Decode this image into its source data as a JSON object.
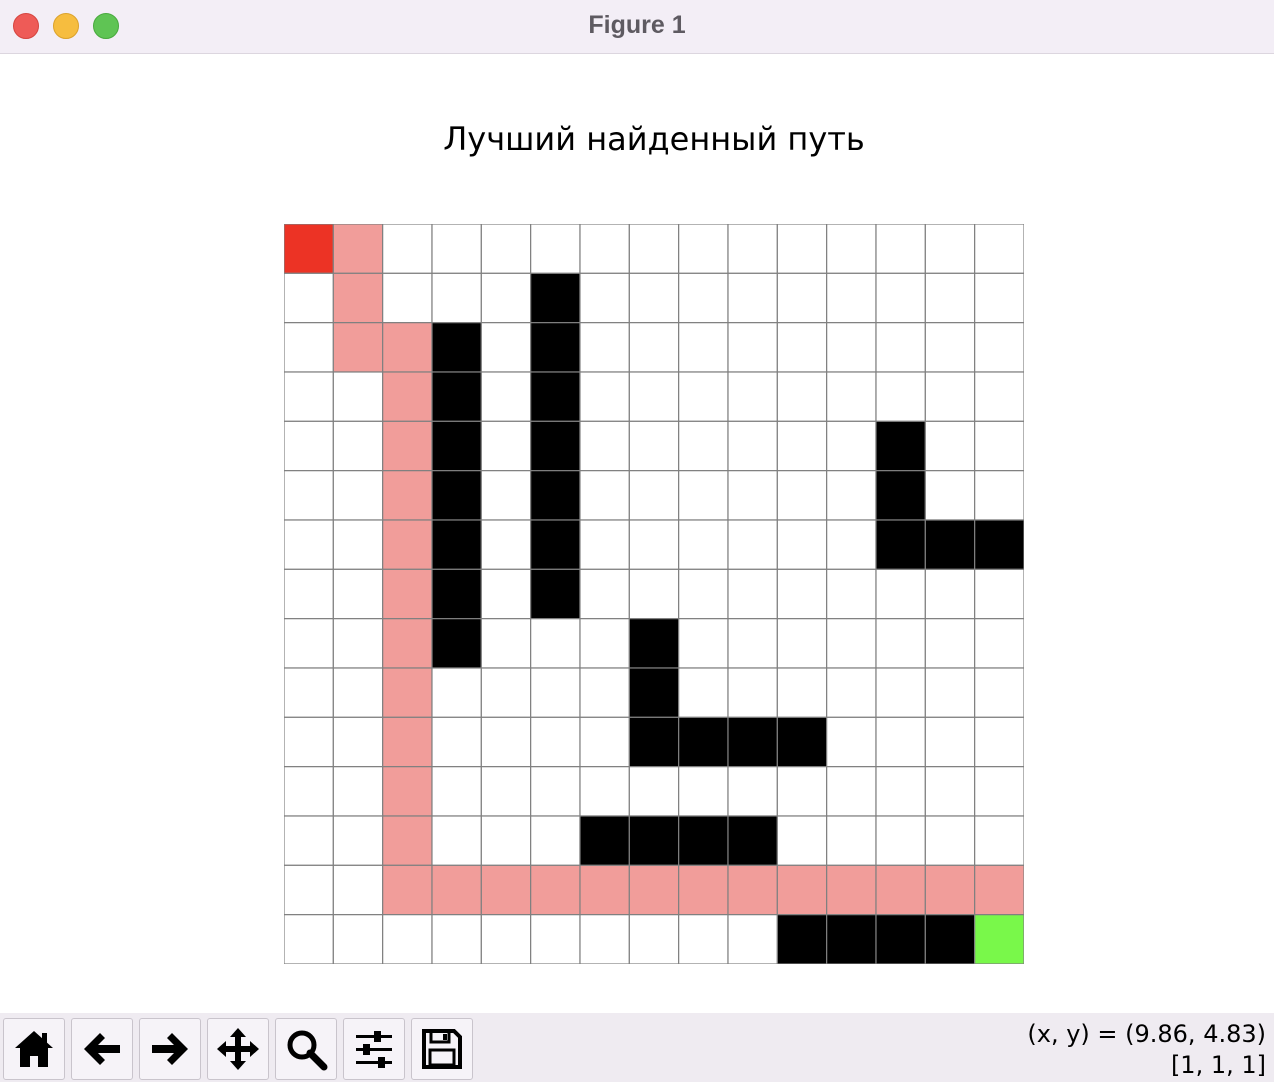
{
  "window": {
    "title": "Figure 1"
  },
  "toolbar": {
    "buttons": [
      {
        "icon": "home-icon",
        "name": "home-button"
      },
      {
        "icon": "arrow-left-icon",
        "name": "back-button"
      },
      {
        "icon": "arrow-right-icon",
        "name": "forward-button"
      },
      {
        "icon": "move-icon",
        "name": "pan-button"
      },
      {
        "icon": "magnifier-icon",
        "name": "zoom-button"
      },
      {
        "icon": "sliders-icon",
        "name": "configure-subplots-button"
      },
      {
        "icon": "floppy-disk-icon",
        "name": "save-button"
      }
    ],
    "coords_line1": "(x, y) = (9.86, 4.83)",
    "coords_line2": "[1, 1, 1]"
  },
  "chart_data": {
    "type": "heatmap",
    "title": "Лучший найденный путь",
    "rows": 15,
    "cols": 15,
    "legend_codes": {
      "0": "free",
      "1": "wall",
      "2": "path",
      "3": "start",
      "4": "goal"
    },
    "colors": {
      "free": "#ffffff",
      "wall": "#000000",
      "path": "#f19d9a",
      "start": "#ec3325",
      "goal": "#79f84a",
      "gridline": "#808080"
    },
    "grid": [
      [
        3,
        2,
        0,
        0,
        0,
        0,
        0,
        0,
        0,
        0,
        0,
        0,
        0,
        0,
        0
      ],
      [
        0,
        2,
        0,
        0,
        0,
        1,
        0,
        0,
        0,
        0,
        0,
        0,
        0,
        0,
        0
      ],
      [
        0,
        2,
        2,
        1,
        0,
        1,
        0,
        0,
        0,
        0,
        0,
        0,
        0,
        0,
        0
      ],
      [
        0,
        0,
        2,
        1,
        0,
        1,
        0,
        0,
        0,
        0,
        0,
        0,
        0,
        0,
        0
      ],
      [
        0,
        0,
        2,
        1,
        0,
        1,
        0,
        0,
        0,
        0,
        0,
        0,
        1,
        0,
        0
      ],
      [
        0,
        0,
        2,
        1,
        0,
        1,
        0,
        0,
        0,
        0,
        0,
        0,
        1,
        0,
        0
      ],
      [
        0,
        0,
        2,
        1,
        0,
        1,
        0,
        0,
        0,
        0,
        0,
        0,
        1,
        1,
        1
      ],
      [
        0,
        0,
        2,
        1,
        0,
        1,
        0,
        0,
        0,
        0,
        0,
        0,
        0,
        0,
        0
      ],
      [
        0,
        0,
        2,
        1,
        0,
        0,
        0,
        1,
        0,
        0,
        0,
        0,
        0,
        0,
        0
      ],
      [
        0,
        0,
        2,
        0,
        0,
        0,
        0,
        1,
        0,
        0,
        0,
        0,
        0,
        0,
        0
      ],
      [
        0,
        0,
        2,
        0,
        0,
        0,
        0,
        1,
        1,
        1,
        1,
        0,
        0,
        0,
        0
      ],
      [
        0,
        0,
        2,
        0,
        0,
        0,
        0,
        0,
        0,
        0,
        0,
        0,
        0,
        0,
        0
      ],
      [
        0,
        0,
        2,
        0,
        0,
        0,
        1,
        1,
        1,
        1,
        0,
        0,
        0,
        0,
        0
      ],
      [
        0,
        0,
        2,
        2,
        2,
        2,
        2,
        2,
        2,
        2,
        2,
        2,
        2,
        2,
        2
      ],
      [
        0,
        0,
        0,
        0,
        0,
        0,
        0,
        0,
        0,
        0,
        1,
        1,
        1,
        1,
        4
      ]
    ]
  }
}
